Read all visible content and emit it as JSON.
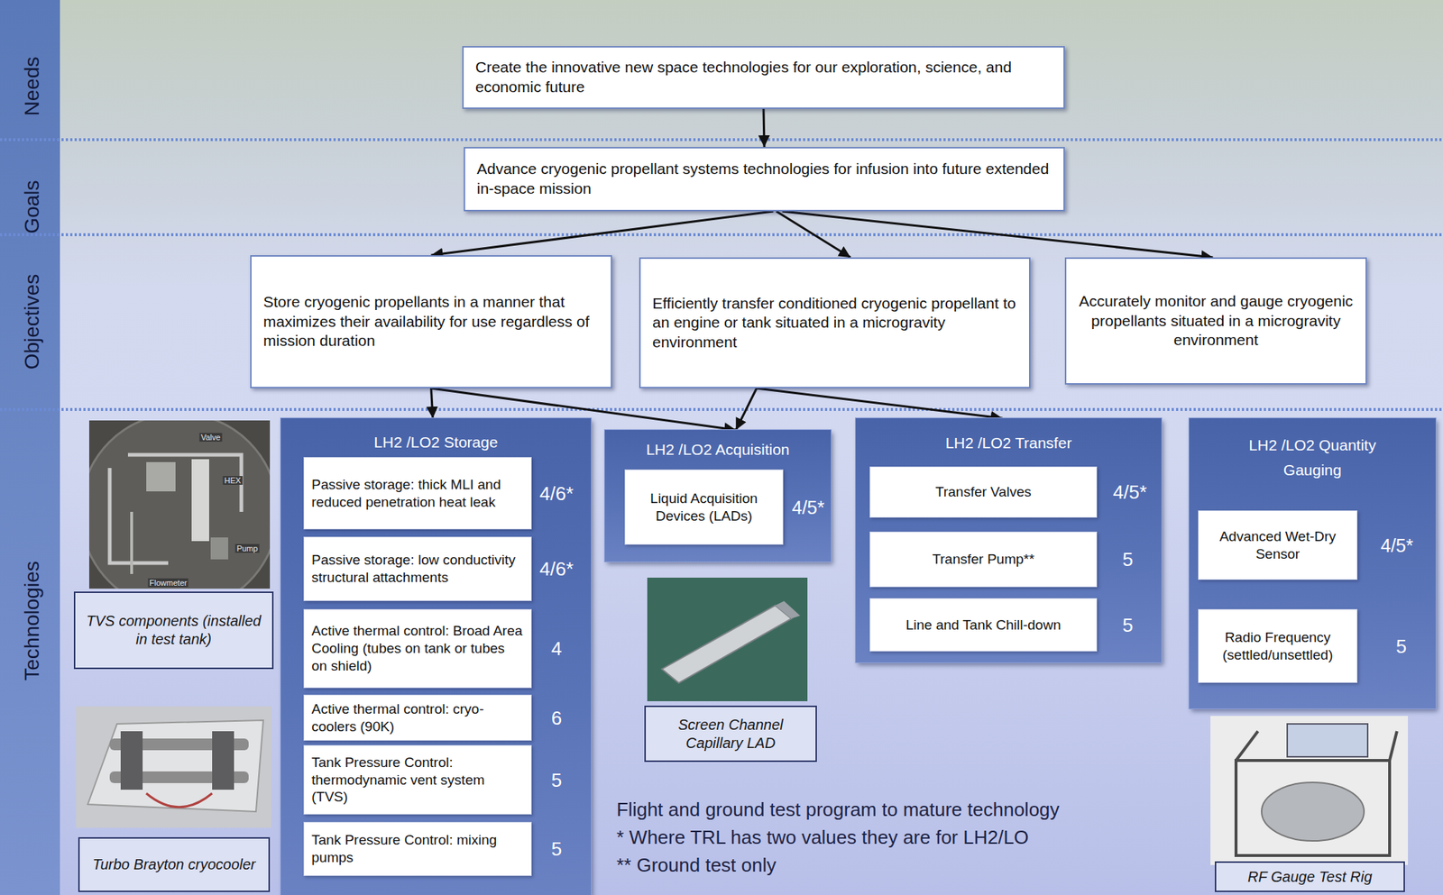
{
  "diagram": {
    "nodes": [
      {
        "text": [
          "Needs"
        ]
      },
      {
        "text": [
          "Create the innovative new space technologies for our exploration, science, and economic future"
        ],
        "in": 0
      },
      {
        "text": [
          "Goals"
        ]
      },
      {
        "text": [
          "Advance cryogenic propellant systems technologies for infusion into future extended in-space mission"
        ],
        "in": 2
      },
      {
        "text": [
          "Objectives"
        ]
      },
      {
        "text": [
          "Store cryogenic propellants in a manner that maximizes their availability for use regardless of mission duration"
        ],
        "in": 4
      },
      {
        "text": [
          "Efficiently transfer conditioned cryogenic propellant to an engine or tank situated in a microgravity environment"
        ],
        "in": 4
      },
      {
        "text": [
          "Accurately monitor and gauge cryogenic propellants situated in a microgravity environment"
        ],
        "in": 4
      },
      {
        "text": [
          "Technologies"
        ]
      },
      {
        "text": [
          "TVS components (installed in test tank)"
        ],
        "in": 8
      },
      {
        "text": [
          "Turbo Brayton cryocooler"
        ],
        "in": 8
      },
      {
        "text": [
          "LH2 /LO2 Storage"
        ],
        "in": 8
      },
      {
        "text": [
          "Passive storage: thick MLI and reduced penetration heat leak"
        ],
        "in": 11
      },
      {
        "text": [
          "Passive storage: low conductivity structural attachments"
        ],
        "in": 11
      },
      {
        "text": [
          "Active thermal control: Broad Area Cooling (tubes on tank or tubes on shield)"
        ],
        "in": 11
      },
      {
        "text": [
          "Active thermal control: cryo-coolers (90K)"
        ],
        "in": 11
      },
      {
        "text": [
          "Tank Pressure Control: thermodynamic vent system (TVS)"
        ],
        "in": 11
      },
      {
        "text": [
          "Tank Pressure Control: mixing pumps"
        ],
        "in": 11
      },
      {
        "text": [
          "LH2 /LO2 Acquisition"
        ],
        "in": 8
      },
      {
        "text": [
          "Liquid Acquisition Devices (LADs)"
        ],
        "in": 18
      },
      {
        "text": [
          "Screen Channel Capillary LAD"
        ],
        "in": 8
      },
      {
        "text": [
          "LH2 /LO2 Transfer"
        ],
        "in": 8
      },
      {
        "text": [
          "Transfer Valves"
        ],
        "in": 21
      },
      {
        "text": [
          "Transfer Pump**"
        ],
        "in": 21
      },
      {
        "text": [
          "Line and Tank Chill-down"
        ],
        "in": 21
      },
      {
        "text": [
          "LH2 /LO2 Quantity Gauging"
        ],
        "in": 8
      },
      {
        "text": [
          "Advanced Wet-Dry Sensor"
        ],
        "in": 25
      },
      {
        "text": [
          "Radio Frequency (settled/unsettled)"
        ],
        "in": 25
      },
      {
        "text": [
          "RF Gauge Test Rig"
        ],
        "in": 8
      }
    ],
    "edges": [
      {
        "from": 1,
        "to": 3,
        "arrow": "to"
      },
      {
        "from": 3,
        "to": 5,
        "arrow": "to"
      },
      {
        "from": 3,
        "to": 6,
        "arrow": "to"
      },
      {
        "from": 3,
        "to": 7,
        "arrow": "to"
      },
      {
        "from": 5,
        "to": 11,
        "arrow": "to"
      },
      {
        "from": 5,
        "to": 18,
        "arrow": "to"
      },
      {
        "from": 6,
        "to": 18,
        "arrow": "to"
      },
      {
        "from": 6,
        "to": 21,
        "arrow": "to"
      }
    ],
    "labels": [
      "4/6*",
      "4/6*",
      "4",
      "6",
      "5",
      "5",
      "4/5*",
      "4/5*",
      "5",
      "5",
      "4/5*",
      "5",
      "Flight and ground test program to mature technology",
      "* Where TRL has two values they are for LH2/LO",
      "** Ground test only",
      "Valve",
      "HEX",
      "Pump",
      "Flowmeter"
    ]
  }
}
